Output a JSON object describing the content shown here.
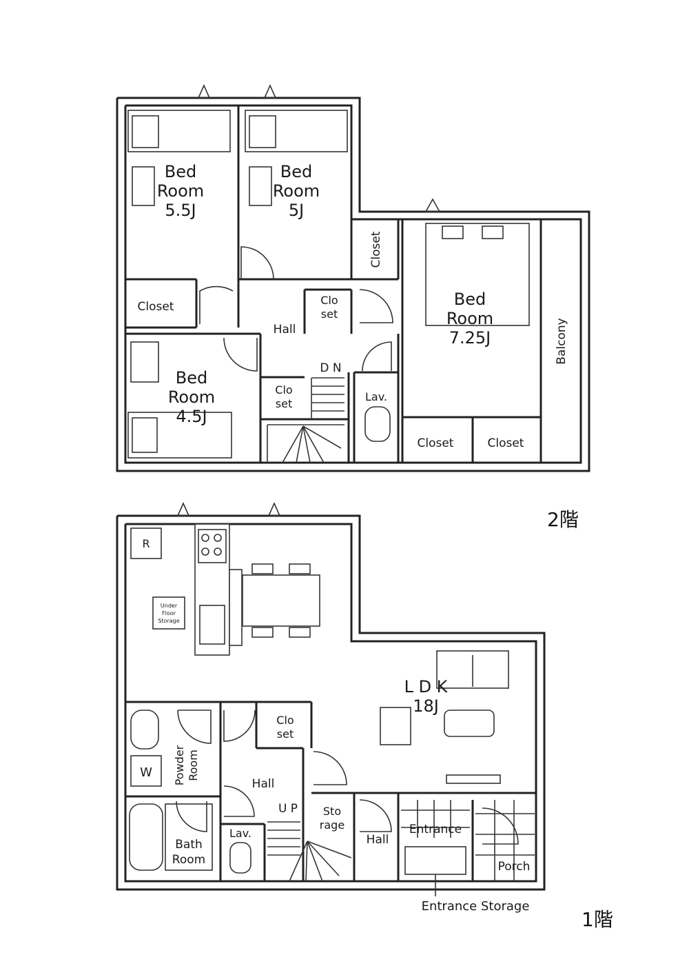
{
  "floor2": {
    "label": "2階",
    "rooms": {
      "bed1": {
        "name1": "Bed",
        "name2": "Room",
        "size": "5.5J"
      },
      "bed2": {
        "name1": "Bed",
        "name2": "Room",
        "size": "5J"
      },
      "bed3": {
        "name1": "Bed",
        "name2": "Room",
        "size": "7.25J"
      },
      "bed4": {
        "name1": "Bed",
        "name2": "Room",
        "size": "4.5J"
      },
      "closet_a": "Closet",
      "closet_b": "Closet",
      "closet_c": "Closet",
      "closet_d": "Closet",
      "closet_e1": "Clo",
      "closet_e2": "set",
      "closet_f1": "Clo",
      "closet_f2": "set",
      "hall": "Hall",
      "dn": "D N",
      "lav": "Lav.",
      "balcony": "Balcony"
    }
  },
  "floor1": {
    "label": "1階",
    "rooms": {
      "ldk": "L D K",
      "ldk_size": "18J",
      "fridge": "R",
      "under1": "Under",
      "under2": "Floor",
      "under3": "Storage",
      "closet1": "Clo",
      "closet2": "set",
      "powder1": "Powder",
      "powder2": "Room",
      "washer": "W",
      "hall_a": "Hall",
      "hall_b": "Hall",
      "up": "U P",
      "storage1": "Sto",
      "storage2": "rage",
      "bath1": "Bath",
      "bath2": "Room",
      "lav": "Lav.",
      "entrance": "Entrance",
      "porch": "Porch",
      "entrance_storage": "Entrance Storage"
    }
  }
}
